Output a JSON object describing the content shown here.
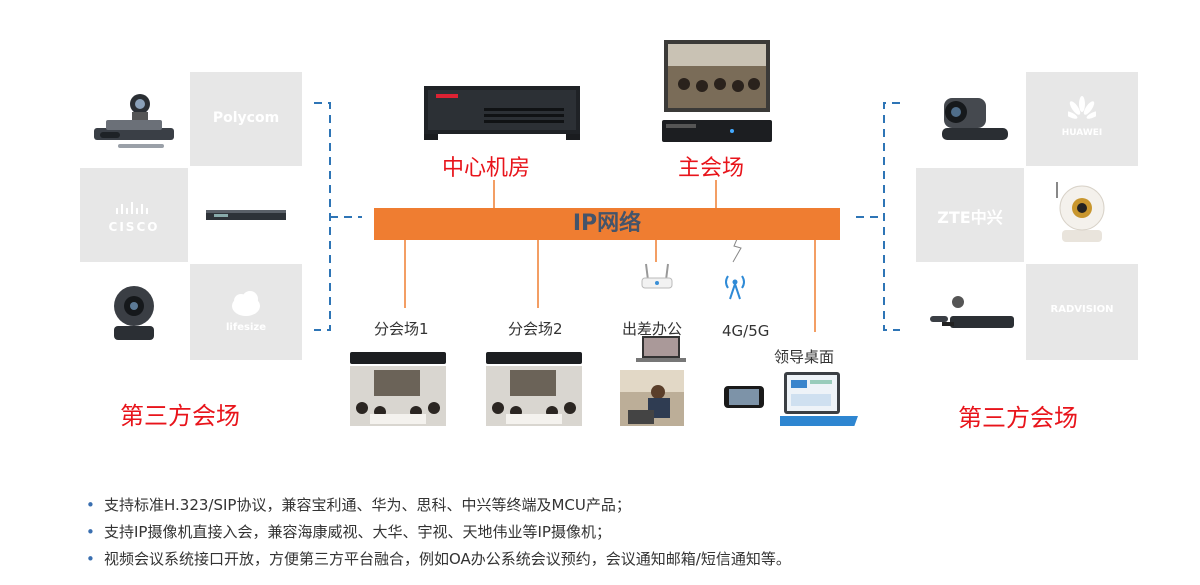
{
  "network": {
    "label": "IP网络"
  },
  "nodes": {
    "center_room": "中心机房",
    "main_venue": "主会场",
    "branch1": "分会场1",
    "branch2": "分会场2",
    "business_trip": "出差办公",
    "mobile": "4G/5G",
    "leader_desktop": "领导桌面"
  },
  "third_party_left": "第三方会场",
  "third_party_right": "第三方会场",
  "left_logos": {
    "polycom": "Polycom",
    "cisco": "CISCO",
    "lifesize": "lifesize"
  },
  "right_logos": {
    "huawei": "HUAWEI",
    "zte": "ZTE中兴",
    "radvision": "RADVISION"
  },
  "bullets": [
    "支持标准H.323/SIP协议，兼容宝利通、华为、思科、中兴等终端及MCU产品；",
    "支持IP摄像机直接入会，兼容海康威视、大华、宇视、天地伟业等IP摄像机；",
    "视频会议系统接口开放，方便第三方平台融合，例如OA办公系统会议预约，会议通知邮箱/短信通知等。"
  ],
  "colors": {
    "network_bar": "#ef7d31",
    "network_text": "#44546a",
    "accent_red": "#e8141b",
    "dash_blue": "#2e75b6",
    "grid_gray": "#e7e7e7"
  }
}
